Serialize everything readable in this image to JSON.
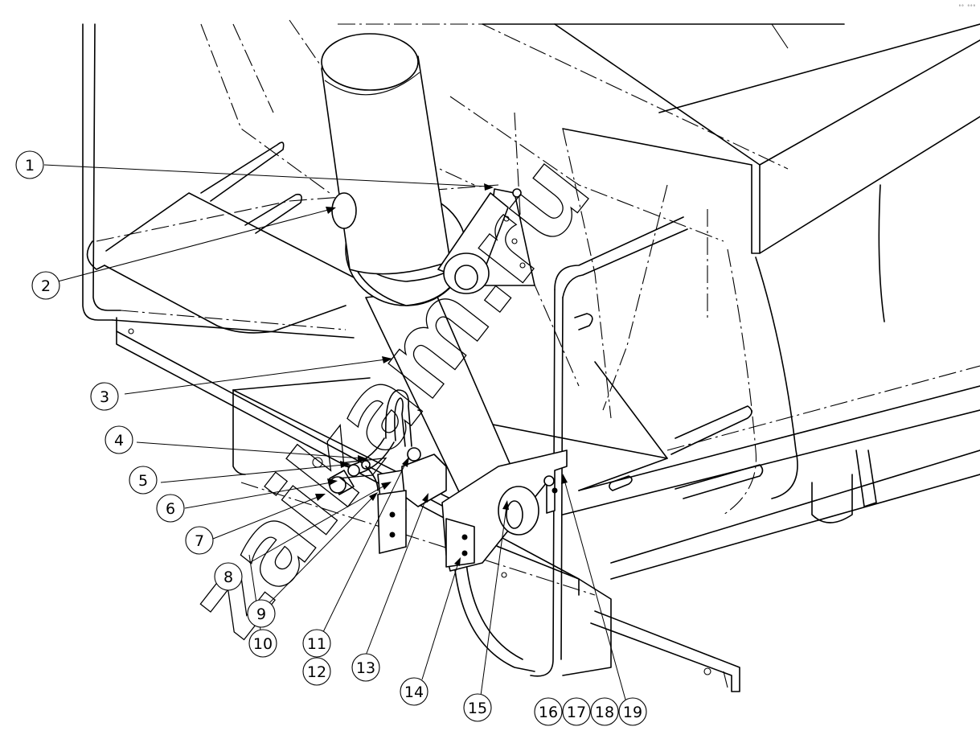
{
  "watermark": "zaikam.ru",
  "corner_mark": "⁰⁰ ⁰⁰⁰",
  "callouts": [
    {
      "label": "1"
    },
    {
      "label": "2"
    },
    {
      "label": "3"
    },
    {
      "label": "4"
    },
    {
      "label": "5"
    },
    {
      "label": "6"
    },
    {
      "label": "7"
    },
    {
      "label": "8"
    },
    {
      "label": "9"
    },
    {
      "label": "10"
    },
    {
      "label": "11"
    },
    {
      "label": "12"
    },
    {
      "label": "13"
    },
    {
      "label": "14"
    },
    {
      "label": "15"
    },
    {
      "label": "16"
    },
    {
      "label": "17"
    },
    {
      "label": "18"
    },
    {
      "label": "19"
    }
  ]
}
